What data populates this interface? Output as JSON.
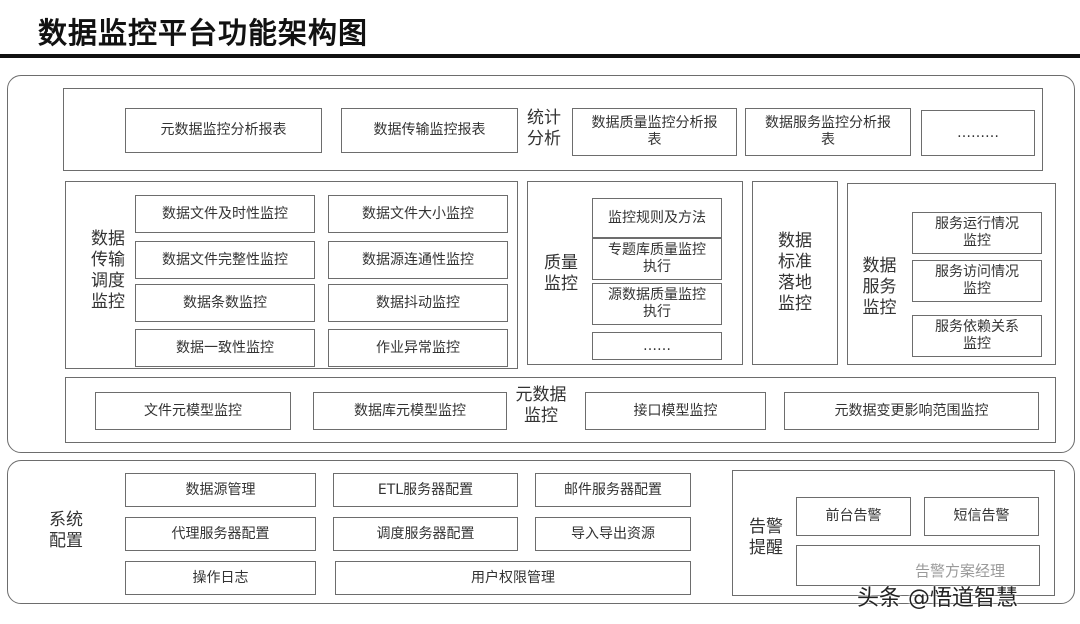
{
  "title": "数据监控平台功能架构图",
  "stats": {
    "label": "统计\n分析",
    "items": [
      "元数据监控分析报表",
      "数据传输监控报表",
      "数据质量监控分析报\n表",
      "数据服务监控分析报\n表",
      "………"
    ]
  },
  "transfer": {
    "label": "数据\n传输\n调度\n监控",
    "items": [
      "数据文件及时性监控",
      "数据文件大小监控",
      "数据文件完整性监控",
      "数据源连通性监控",
      "数据条数监控",
      "数据抖动监控",
      "数据一致性监控",
      "作业异常监控"
    ]
  },
  "quality": {
    "label": "质量\n监控",
    "items": [
      "监控规则及方法",
      "专题库质量监控\n执行",
      "源数据质量监控\n执行",
      "……"
    ]
  },
  "standard": {
    "label": "数据\n标准\n落地\n监控"
  },
  "service": {
    "label": "数据\n服务\n监控",
    "items": [
      "服务运行情况\n监控",
      "服务访问情况\n监控",
      "服务依赖关系\n监控"
    ]
  },
  "metadata": {
    "label": "元数据\n监控",
    "items": [
      "文件元模型监控",
      "数据库元模型监控",
      "接口模型监控",
      "元数据变更影响范围监控"
    ]
  },
  "config": {
    "label": "系统\n配置",
    "items": [
      "数据源管理",
      "ETL服务器配置",
      "邮件服务器配置",
      "代理服务器配置",
      "调度服务器配置",
      "导入导出资源",
      "操作日志",
      "用户权限管理"
    ]
  },
  "alert": {
    "label": "告警\n提醒",
    "items": [
      "前台告警",
      "短信告警"
    ]
  },
  "watermark": {
    "main": "头条 @悟道智慧",
    "faint": "告警方案经理"
  }
}
